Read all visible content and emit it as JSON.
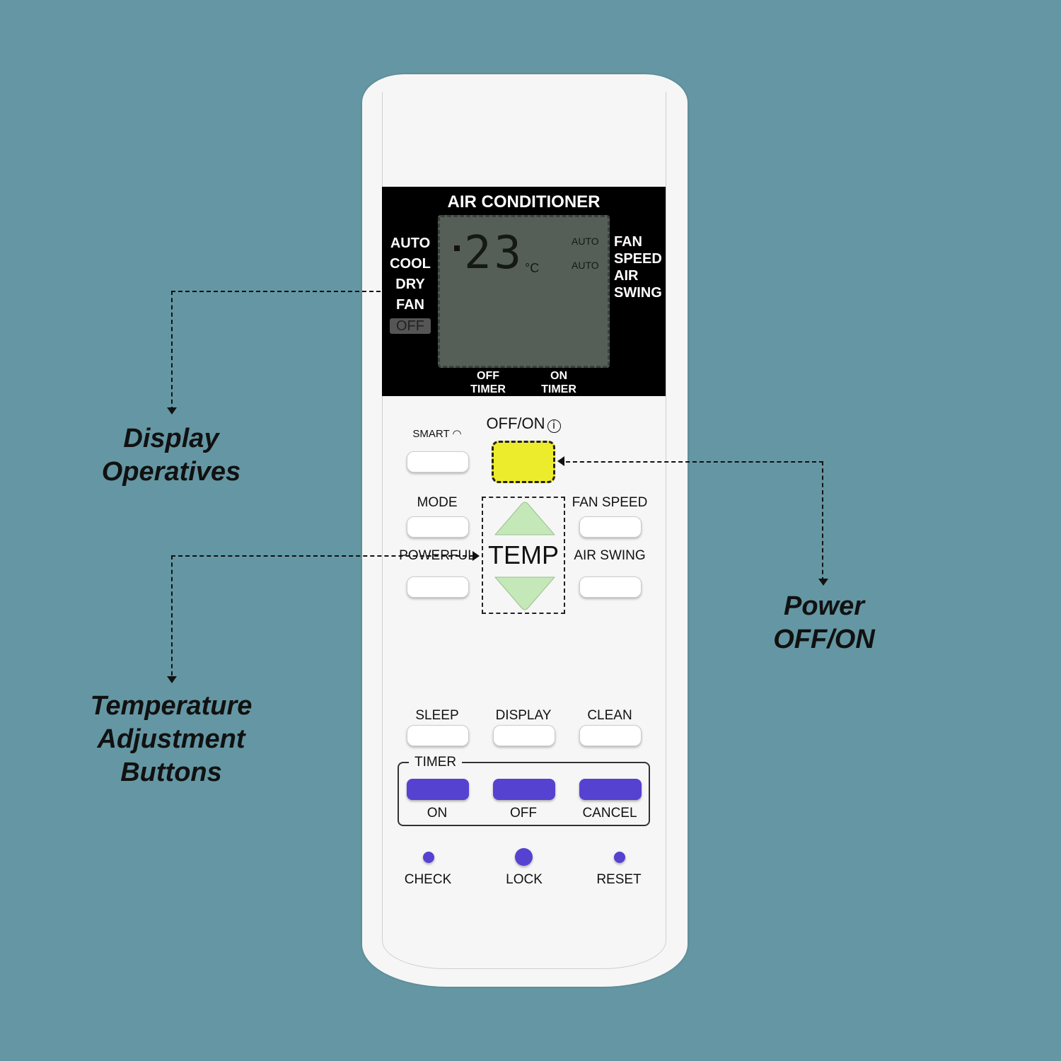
{
  "display": {
    "title": "AIR CONDITIONER",
    "temperature": "23",
    "unit": "°C",
    "modes": [
      "AUTO",
      "COOL",
      "DRY",
      "FAN",
      "OFF"
    ],
    "fan_speed_value": "AUTO",
    "air_swing_value": "AUTO",
    "right_labels": [
      "FAN",
      "SPEED",
      "AIR",
      "SWING"
    ],
    "off_timer": [
      "OFF",
      "TIMER"
    ],
    "on_timer": [
      "ON",
      "TIMER"
    ]
  },
  "buttons": {
    "smart": "SMART",
    "off_on": "OFF/ON",
    "mode": "MODE",
    "fan_speed": "FAN SPEED",
    "powerful": "POWERFUL",
    "temp": "TEMP",
    "air_swing": "AIR SWING",
    "sleep": "SLEEP",
    "display": "DISPLAY",
    "clean": "CLEAN",
    "timer": "TIMER",
    "timer_on": "ON",
    "timer_off": "OFF",
    "timer_cancel": "CANCEL",
    "check": "CHECK",
    "lock": "LOCK",
    "reset": "RESET"
  },
  "callouts": {
    "display": "Display Operatives",
    "temp": "Temperature Adjustment Buttons",
    "power": "Power OFF/ON"
  },
  "colors": {
    "background": "#6497a3",
    "power_button": "#ecec2c",
    "temp_buttons": "#c5e8b8",
    "timer_buttons": "#5542d0"
  }
}
